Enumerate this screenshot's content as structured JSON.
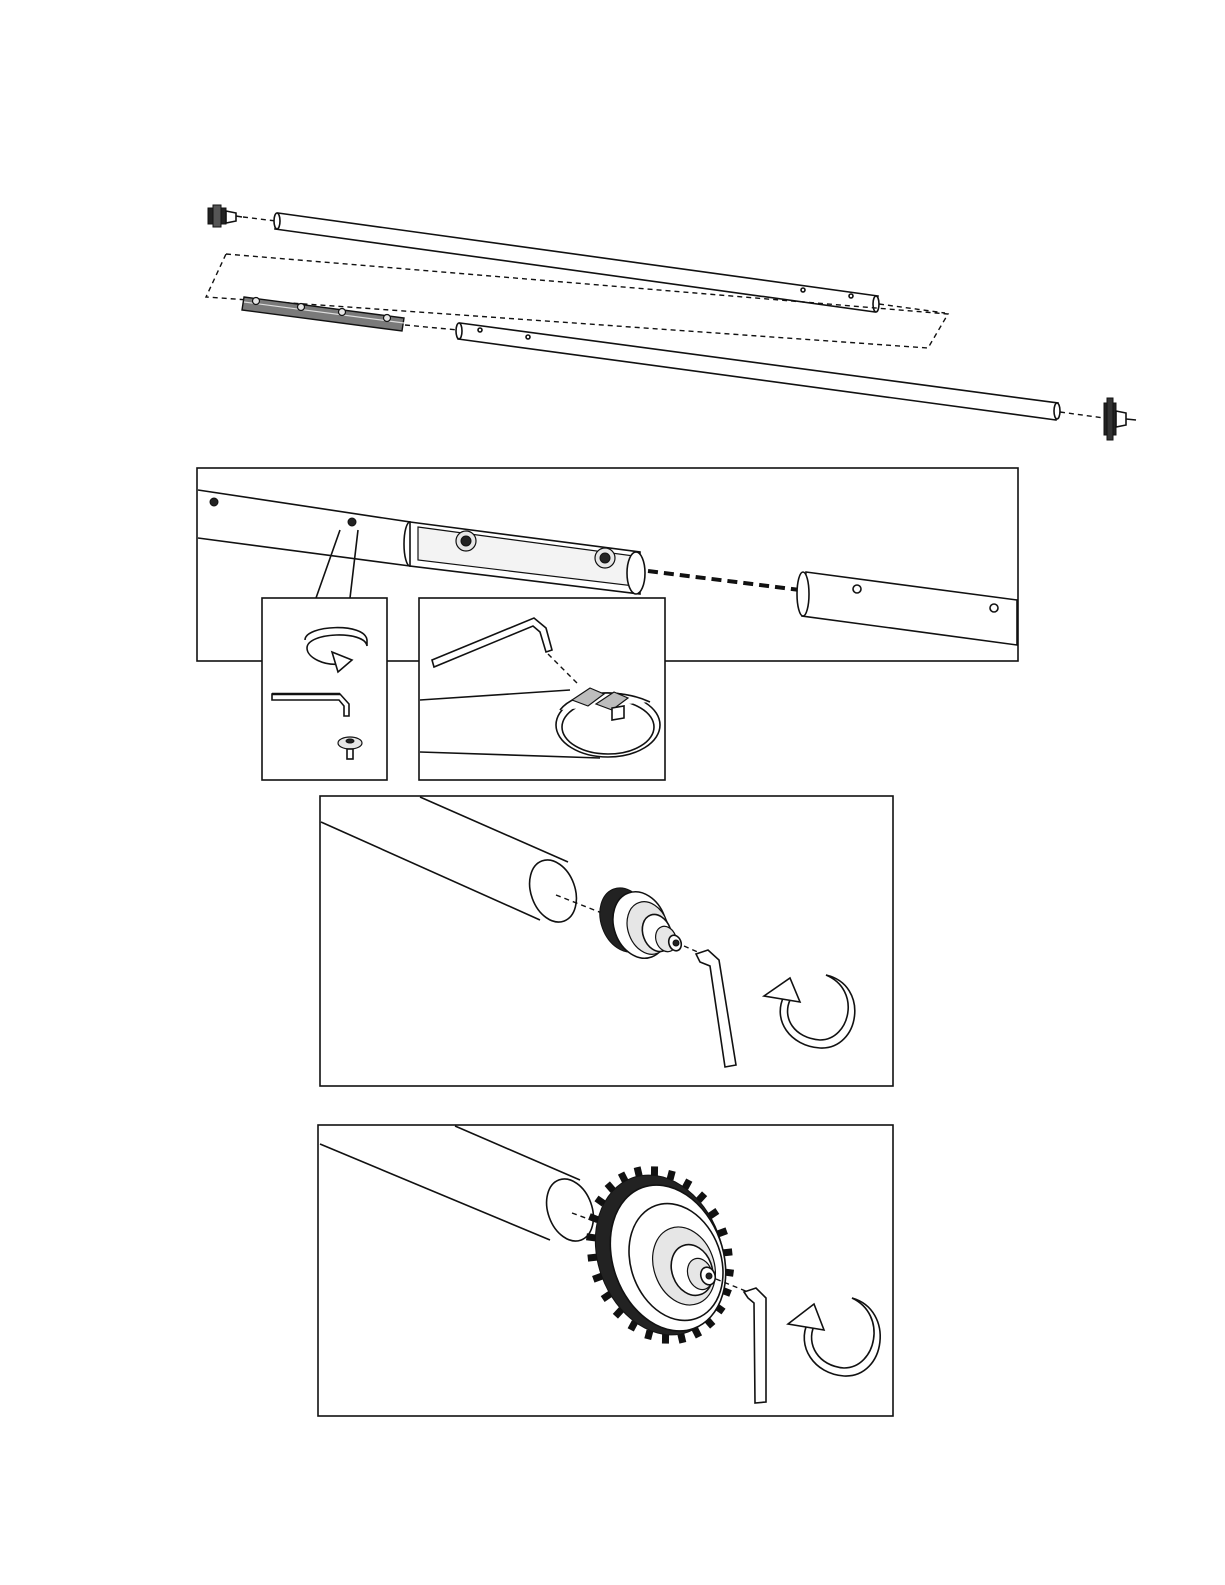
{
  "page": {
    "background": "#ffffff",
    "line_color": "#111111"
  },
  "figures": [
    {
      "id": "exploded-pole-assembly",
      "panel": false
    },
    {
      "id": "pole-coupling-step",
      "panel": true,
      "insets": [
        "rotate-arrow-icon",
        "allen-key-icon",
        "screw-icon"
      ]
    },
    {
      "id": "small-end-cap-step",
      "panel": true
    },
    {
      "id": "gear-end-cap-step",
      "panel": true
    }
  ]
}
